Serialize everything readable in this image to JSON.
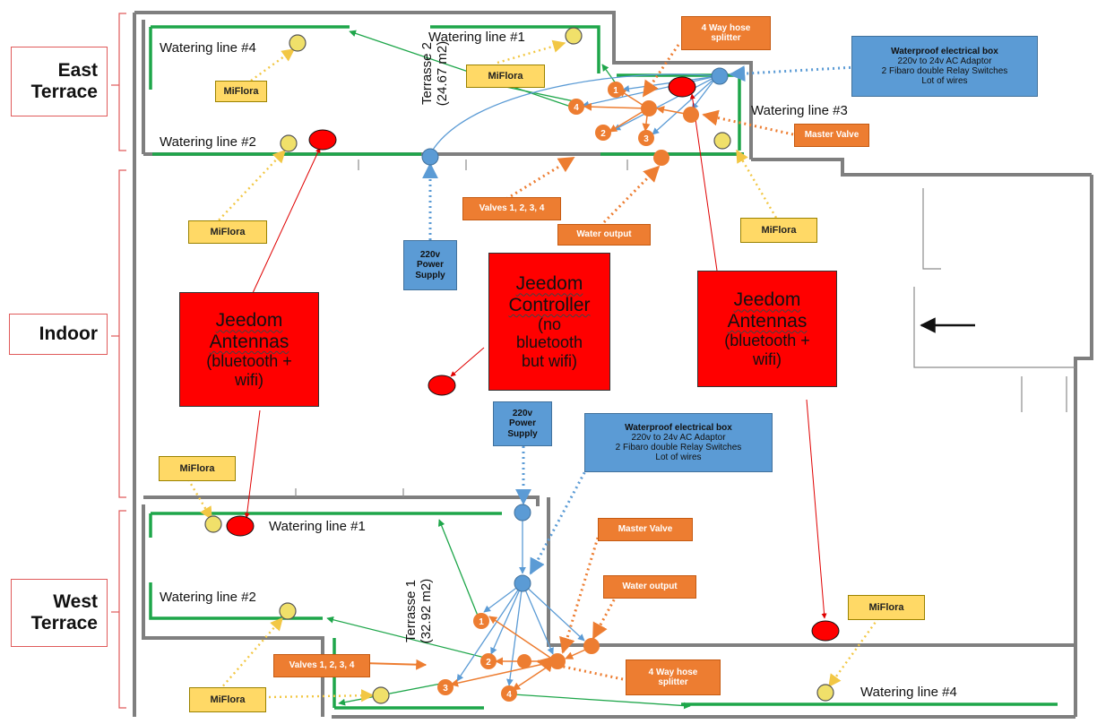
{
  "zones": {
    "east": "East\nTerrace",
    "indoor": "Indoor",
    "west": "West\nTerrace"
  },
  "east": {
    "terrace_name": "Terrasse 2\n(24.67 m2)",
    "lines": {
      "l1": "Watering line #1",
      "l2": "Watering line #2",
      "l3": "Watering line #3",
      "l4": "Watering line #4"
    },
    "miflora": [
      "MiFlora",
      "MiFlora",
      "MiFlora",
      "MiFlora"
    ],
    "hose_splitter": "4 Way hose\nsplitter",
    "master_valve": "Master Valve",
    "valves": "Valves 1, 2, 3, 4",
    "water_output": "Water output",
    "power": "220v\nPower\nSupply",
    "box": {
      "title": "Waterproof electrical box",
      "l1": "220v to 24v AC Adaptor",
      "l2": "2 Fibaro double Relay Switches",
      "l3": "Lot of wires"
    },
    "valve_numbers": [
      "1",
      "2",
      "3",
      "4"
    ]
  },
  "indoor": {
    "antenna_left": {
      "title": "Jeedom\nAntennas",
      "sub": "(bluetooth +\nwifi)"
    },
    "controller": {
      "title": "Jeedom\nController",
      "sub": "(no\nbluetooth\nbut wifi)"
    },
    "antenna_right": {
      "title": "Jeedom\nAntennas",
      "sub": "(bluetooth +\nwifi)"
    },
    "power": "220v\nPower\nSupply",
    "box": {
      "title": "Waterproof electrical box",
      "l1": "220v to 24v AC Adaptor",
      "l2": "2 Fibaro double Relay Switches",
      "l3": "Lot of wires"
    },
    "entrance_arrow": "entrance-arrow"
  },
  "west": {
    "terrace_name": "Terrasse 1\n(32.92 m2)",
    "lines": {
      "l1": "Watering line #1",
      "l2": "Watering line #2",
      "l4": "Watering line #4"
    },
    "miflora": [
      "MiFlora",
      "MiFlora",
      "MiFlora"
    ],
    "master_valve": "Master Valve",
    "water_output": "Water output",
    "valves": "Valves 1, 2, 3, 4",
    "hose_splitter": "4 Way hose\nsplitter",
    "valve_numbers": [
      "1",
      "2",
      "3",
      "4"
    ]
  },
  "colors": {
    "wall": "#7f7f7f",
    "watering_line": "#1ea64a",
    "valve": "#ed7d31",
    "electric": "#5b9bd5",
    "sensor": "#f0e06a",
    "antenna": "#ff0000"
  }
}
